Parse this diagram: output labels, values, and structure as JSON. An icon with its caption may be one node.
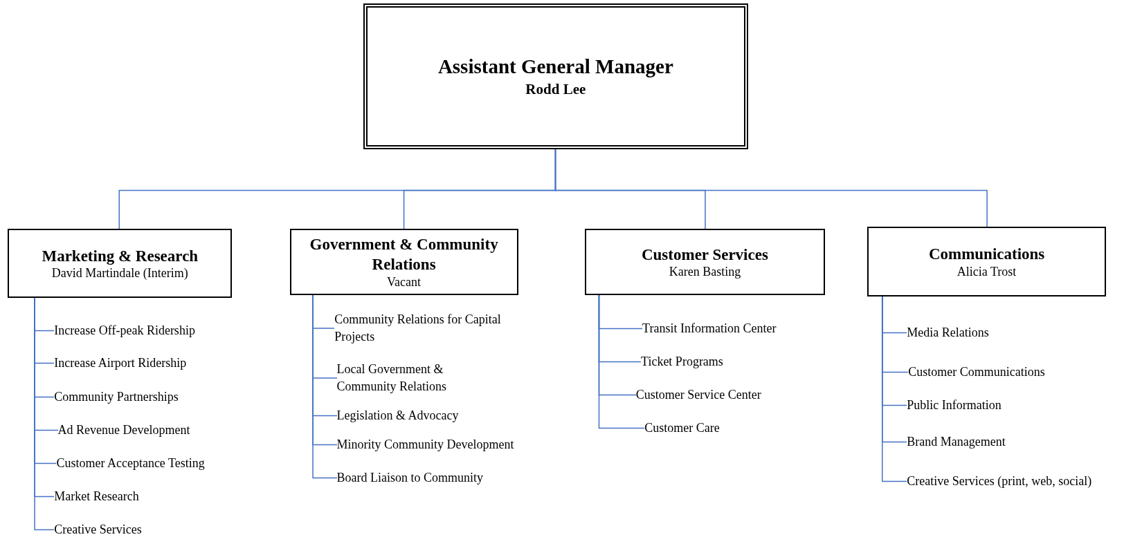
{
  "diagram": {
    "nodes": [
      {
        "text": [
          "Assistant General Manager",
          "Rodd Lee"
        ]
      },
      {
        "text": [
          "Marketing & Research",
          "David Martindale (Interim)"
        ]
      },
      {
        "text": [
          "Government & Community Relations",
          "Vacant"
        ]
      },
      {
        "text": [
          "Customer Services",
          "Karen Basting"
        ]
      },
      {
        "text": [
          "Communications",
          "Alicia Trost"
        ]
      },
      {
        "text": [
          "Increase Off-peak Ridership"
        ]
      },
      {
        "text": [
          "Increase Airport Ridership"
        ]
      },
      {
        "text": [
          "Community Partnerships"
        ]
      },
      {
        "text": [
          "Ad Revenue Development"
        ]
      },
      {
        "text": [
          "Customer Acceptance Testing"
        ]
      },
      {
        "text": [
          "Market Research"
        ]
      },
      {
        "text": [
          "Creative Services"
        ]
      },
      {
        "text": [
          "Community Relations for Capital Projects"
        ]
      },
      {
        "text": [
          "Local Government & Community Relations"
        ]
      },
      {
        "text": [
          "Legislation & Advocacy"
        ]
      },
      {
        "text": [
          "Minority Community Development"
        ]
      },
      {
        "text": [
          "Board Liaison to Community"
        ]
      },
      {
        "text": [
          "Transit Information Center"
        ]
      },
      {
        "text": [
          "Ticket Programs"
        ]
      },
      {
        "text": [
          "Customer Service Center"
        ]
      },
      {
        "text": [
          "Customer Care"
        ]
      },
      {
        "text": [
          "Media Relations"
        ]
      },
      {
        "text": [
          "Customer Communications"
        ]
      },
      {
        "text": [
          "Public Information"
        ]
      },
      {
        "text": [
          "Brand Management"
        ]
      },
      {
        "text": [
          "Creative Services (print, web, social)"
        ]
      }
    ],
    "edges": [
      {
        "from": 0,
        "to": 1,
        "arrow": "none"
      },
      {
        "from": 0,
        "to": 2,
        "arrow": "none"
      },
      {
        "from": 0,
        "to": 3,
        "arrow": "none"
      },
      {
        "from": 0,
        "to": 4,
        "arrow": "none"
      },
      {
        "from": 1,
        "to": 5,
        "arrow": "none"
      },
      {
        "from": 1,
        "to": 6,
        "arrow": "none"
      },
      {
        "from": 1,
        "to": 7,
        "arrow": "none"
      },
      {
        "from": 1,
        "to": 8,
        "arrow": "none"
      },
      {
        "from": 1,
        "to": 9,
        "arrow": "none"
      },
      {
        "from": 1,
        "to": 10,
        "arrow": "none"
      },
      {
        "from": 1,
        "to": 11,
        "arrow": "none"
      },
      {
        "from": 2,
        "to": 12,
        "arrow": "none"
      },
      {
        "from": 2,
        "to": 13,
        "arrow": "none"
      },
      {
        "from": 2,
        "to": 14,
        "arrow": "none"
      },
      {
        "from": 2,
        "to": 15,
        "arrow": "none"
      },
      {
        "from": 2,
        "to": 16,
        "arrow": "none"
      },
      {
        "from": 3,
        "to": 17,
        "arrow": "none"
      },
      {
        "from": 3,
        "to": 18,
        "arrow": "none"
      },
      {
        "from": 3,
        "to": 19,
        "arrow": "none"
      },
      {
        "from": 3,
        "to": 20,
        "arrow": "none"
      },
      {
        "from": 4,
        "to": 21,
        "arrow": "none"
      },
      {
        "from": 4,
        "to": 22,
        "arrow": "none"
      },
      {
        "from": 4,
        "to": 23,
        "arrow": "none"
      },
      {
        "from": 4,
        "to": 24,
        "arrow": "none"
      },
      {
        "from": 4,
        "to": 25,
        "arrow": "none"
      }
    ]
  }
}
